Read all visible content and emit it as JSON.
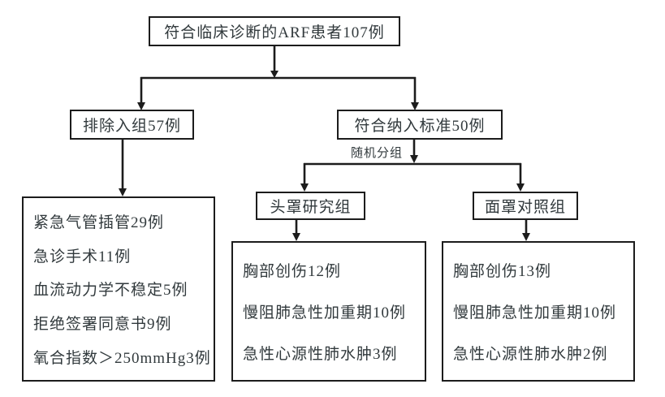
{
  "flowchart": {
    "title_node": "符合临床诊断的ARF患者107例",
    "excluded_node": "排除入组57例",
    "included_node": "符合纳入标准50例",
    "randomization_label": "随机分组",
    "helmet_group_node": "头罩研究组",
    "mask_group_node": "面罩对照组",
    "exclusion_details": [
      "紧急气管插管29例",
      "急诊手术11例",
      "血流动力学不稳定5例",
      "拒绝签署同意书9例",
      "氧合指数＞250mmHg3例"
    ],
    "helmet_details": [
      "胸部创伤12例",
      "慢阻肺急性加重期10例",
      "急性心源性肺水肿3例"
    ],
    "mask_details": [
      "胸部创伤13例",
      "慢阻肺急性加重期10例",
      "急性心源性肺水肿2例"
    ],
    "colors": {
      "line": "#1c1c1c",
      "text": "#31393c",
      "background": "#ffffff"
    }
  }
}
